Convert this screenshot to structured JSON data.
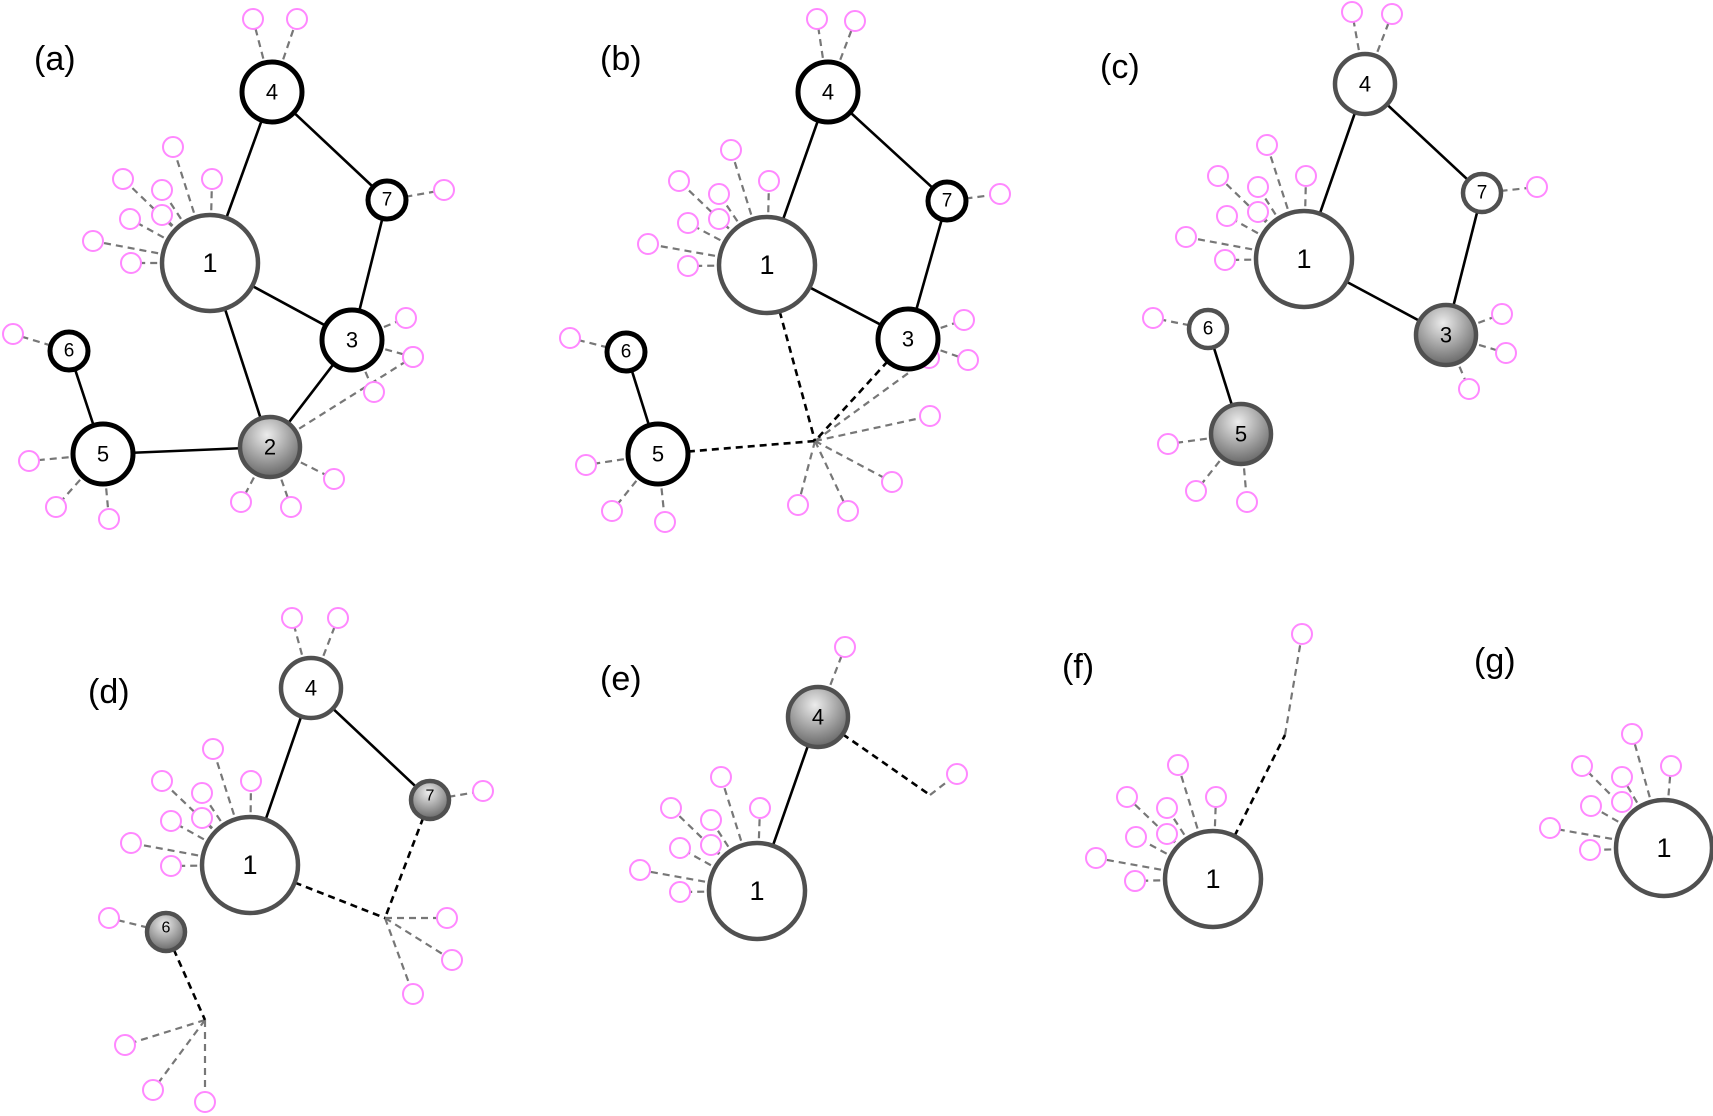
{
  "colors": {
    "leaf": "#ff88ff",
    "dashed_edge": "#777777",
    "solid_edge": "#000000",
    "bold_border": "#000000",
    "grey_border": "#505050",
    "shaded_fill_light": "#e6e6e6",
    "shaded_fill_dark": "#6e6e6e"
  },
  "panels": [
    {
      "label": "(a)",
      "nodes": [
        {
          "id": "1",
          "label": "1",
          "border": "grey"
        },
        {
          "id": "2",
          "label": "2",
          "border": "grey",
          "shaded": true
        },
        {
          "id": "3",
          "label": "3",
          "border": "bold"
        },
        {
          "id": "4",
          "label": "4",
          "border": "bold"
        },
        {
          "id": "5",
          "label": "5",
          "border": "bold"
        },
        {
          "id": "6",
          "label": "6",
          "border": "bold"
        },
        {
          "id": "7",
          "label": "7",
          "border": "bold"
        }
      ],
      "edges": [
        [
          "1",
          "4"
        ],
        [
          "4",
          "7"
        ],
        [
          "7",
          "3"
        ],
        [
          "1",
          "3"
        ],
        [
          "3",
          "2"
        ],
        [
          "1",
          "2"
        ],
        [
          "2",
          "5"
        ],
        [
          "5",
          "6"
        ]
      ]
    },
    {
      "label": "(b)",
      "nodes": [
        {
          "id": "1",
          "label": "1",
          "border": "grey"
        },
        {
          "id": "3",
          "label": "3",
          "border": "bold"
        },
        {
          "id": "4",
          "label": "4",
          "border": "bold"
        },
        {
          "id": "5",
          "label": "5",
          "border": "bold"
        },
        {
          "id": "6",
          "label": "6",
          "border": "bold"
        },
        {
          "id": "7",
          "label": "7",
          "border": "bold"
        }
      ],
      "edges": [
        [
          "1",
          "4"
        ],
        [
          "4",
          "7"
        ],
        [
          "7",
          "3"
        ],
        [
          "1",
          "3"
        ],
        [
          "5",
          "6"
        ]
      ],
      "merged_edges": [
        [
          "1",
          "x"
        ],
        [
          "3",
          "x"
        ],
        [
          "5",
          "x"
        ]
      ]
    },
    {
      "label": "(c)",
      "nodes": [
        {
          "id": "1",
          "label": "1",
          "border": "grey"
        },
        {
          "id": "3",
          "label": "3",
          "border": "grey",
          "shaded": true
        },
        {
          "id": "4",
          "label": "4",
          "border": "grey"
        },
        {
          "id": "5",
          "label": "5",
          "border": "grey",
          "shaded": true
        },
        {
          "id": "6",
          "label": "6",
          "border": "grey"
        },
        {
          "id": "7",
          "label": "7",
          "border": "grey"
        }
      ],
      "edges": [
        [
          "1",
          "4"
        ],
        [
          "4",
          "7"
        ],
        [
          "7",
          "3"
        ],
        [
          "1",
          "3"
        ],
        [
          "5",
          "6"
        ]
      ]
    },
    {
      "label": "(d)",
      "nodes": [
        {
          "id": "1",
          "label": "1",
          "border": "grey"
        },
        {
          "id": "4",
          "label": "4",
          "border": "grey"
        },
        {
          "id": "6",
          "label": "6",
          "border": "grey",
          "shaded": true
        },
        {
          "id": "7",
          "label": "7",
          "border": "grey",
          "shaded": true
        }
      ],
      "edges": [
        [
          "1",
          "4"
        ],
        [
          "4",
          "7"
        ]
      ],
      "merged_edges": [
        [
          "1",
          "x"
        ],
        [
          "7",
          "x"
        ],
        [
          "6",
          "y"
        ]
      ]
    },
    {
      "label": "(e)",
      "nodes": [
        {
          "id": "1",
          "label": "1",
          "border": "grey"
        },
        {
          "id": "4",
          "label": "4",
          "border": "grey",
          "shaded": true
        }
      ],
      "edges": [
        [
          "1",
          "4"
        ]
      ],
      "merged_edges": [
        [
          "4",
          "x"
        ]
      ]
    },
    {
      "label": "(f)",
      "nodes": [
        {
          "id": "1",
          "label": "1",
          "border": "grey"
        }
      ],
      "edges": [],
      "merged_edges": [
        [
          "1",
          "x"
        ]
      ]
    },
    {
      "label": "(g)",
      "nodes": [
        {
          "id": "1",
          "label": "1",
          "border": "grey"
        }
      ],
      "edges": []
    }
  ]
}
